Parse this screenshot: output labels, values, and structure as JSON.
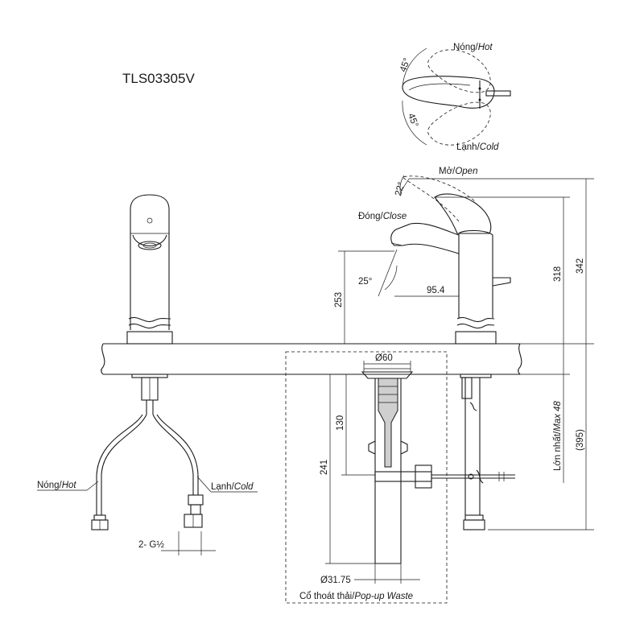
{
  "model": "TLS03305V",
  "top_view": {
    "hot": "Nóng/",
    "hot_en": "Hot",
    "cold": "Lạnh/",
    "cold_en": "Cold",
    "angle_top": "45°",
    "angle_bottom": "45°"
  },
  "side_view": {
    "open": "Mở/",
    "open_en": "Open",
    "close": "Đóng/",
    "close_en": "Close",
    "angle_lever": "22°",
    "angle_spout": "25°",
    "dim_spout_reach": "95.4",
    "dim_spout_height": "253",
    "dim_318": "318",
    "dim_342": "342",
    "dim_max": "Lớn nhất/",
    "dim_max_en": "Max 48",
    "dim_395": "(395)"
  },
  "front_view": {
    "hot": "Nóng/",
    "hot_en": "Hot",
    "cold": "Lạnh/",
    "cold_en": "Cold",
    "thread": "2- G½"
  },
  "waste": {
    "d60": "Ø60",
    "dim_130": "130",
    "dim_241": "241",
    "d3175": "Ø31.75",
    "label": "Cổ thoát thải/",
    "label_en": "Pop-up Waste"
  }
}
